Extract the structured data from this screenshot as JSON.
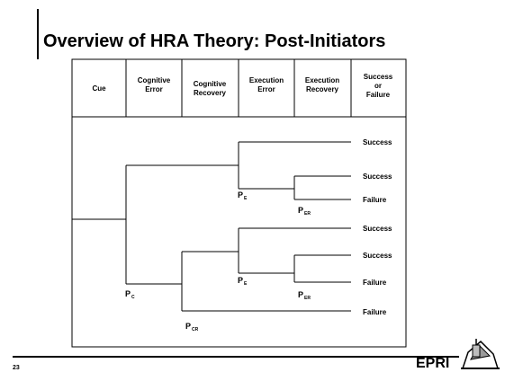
{
  "slide": {
    "title": "Overview of HRA Theory: Post-Initiators",
    "page_number": "23",
    "logo_text": "EPRI"
  },
  "table": {
    "headers": [
      [
        "Cue"
      ],
      [
        "Cognitive",
        "Error"
      ],
      [
        "Cognitive",
        "Recovery"
      ],
      [
        "Execution",
        "Error"
      ],
      [
        "Execution",
        "Recovery"
      ],
      [
        "Success",
        "or",
        "Failure"
      ]
    ]
  },
  "tree": {
    "root_label": "Cue",
    "outcomes": [
      "Success",
      "Success",
      "Failure",
      "Success",
      "Success",
      "Failure",
      "Failure"
    ],
    "probabilities": [
      {
        "main": "P",
        "sub": "E"
      },
      {
        "main": "P",
        "sub": "ER"
      },
      {
        "main": "P",
        "sub": "C"
      },
      {
        "main": "P",
        "sub": "E"
      },
      {
        "main": "P",
        "sub": "ER"
      },
      {
        "main": "P",
        "sub": "CR"
      }
    ]
  }
}
